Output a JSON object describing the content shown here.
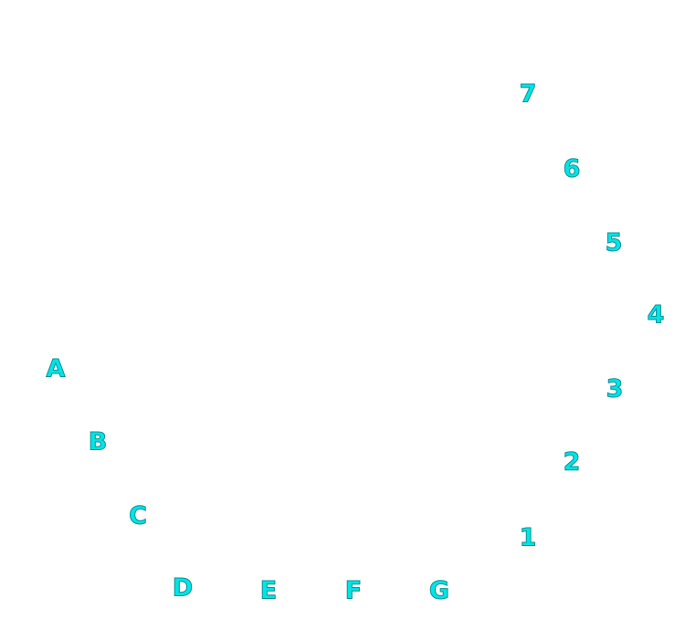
{
  "colors": {
    "label_fill": "#00e5e5",
    "label_outline": "#0a8f95"
  },
  "letters": {
    "a": "A",
    "b": "B",
    "c": "C",
    "d": "D",
    "e": "E",
    "f": "F",
    "g": "G"
  },
  "numbers": {
    "n1": "1",
    "n2": "2",
    "n3": "3",
    "n4": "4",
    "n5": "5",
    "n6": "6",
    "n7": "7"
  }
}
